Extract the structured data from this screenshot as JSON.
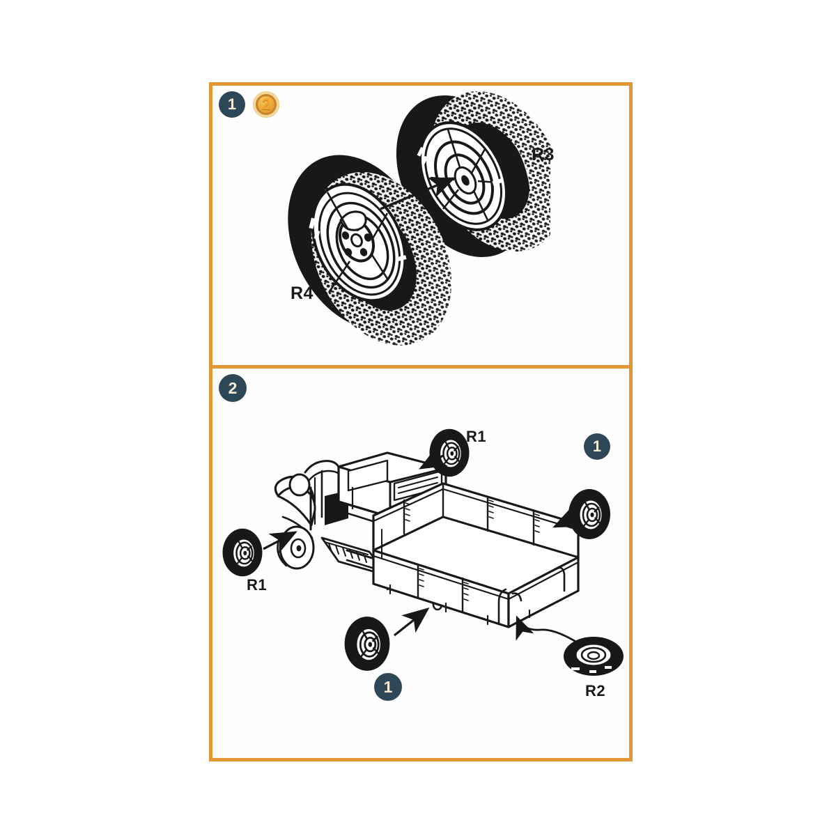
{
  "sheet": {
    "background_color": "#ffffff",
    "frame_color": "#e29634",
    "badge_dark_color": "#2e4756",
    "badge_dark_text_color": "#f2ecd8",
    "badge_gold_color": "#e8a233",
    "line_art_color": "#17181a"
  },
  "panels": [
    {
      "id": "panel-1",
      "badges": [
        {
          "name": "step-badge-1",
          "label": "1",
          "style": "dark"
        },
        {
          "name": "step-badge-2-current",
          "label": "2",
          "style": "gold"
        }
      ],
      "parts": [
        {
          "label": "R3",
          "description": "tire-with-wheel-hub-assembled"
        },
        {
          "label": "R4",
          "description": "tire-with-wheel-hub-assembled"
        }
      ],
      "arrows": [
        {
          "from": "R4",
          "to": "R3",
          "description": "assembly-arrow-pointing-to-hub"
        }
      ]
    },
    {
      "id": "panel-2",
      "badges": [
        {
          "name": "step-badge-2",
          "label": "2",
          "style": "dark"
        },
        {
          "name": "reference-badge-1-right",
          "label": "1",
          "style": "dark"
        },
        {
          "name": "reference-badge-1-bottom",
          "label": "1",
          "style": "dark"
        }
      ],
      "parts": [
        {
          "label": "R1",
          "description": "front-wheel-upper-right"
        },
        {
          "label": "R1",
          "description": "front-wheel-left"
        },
        {
          "label": "R2",
          "description": "spare-wheel-stowed"
        }
      ],
      "subject": "flatbed-truck-chassis-with-cab-and-cargo-bed",
      "arrows": [
        {
          "from": "R1",
          "to": "front-axle-right",
          "description": "assembly-arrow"
        },
        {
          "from": "R1",
          "to": "front-axle-left",
          "description": "assembly-arrow"
        },
        {
          "from": "rear-wheel-left",
          "to": "rear-axle-left",
          "description": "assembly-arrow"
        },
        {
          "from": "rear-wheel-right",
          "to": "rear-axle-right",
          "description": "assembly-arrow"
        },
        {
          "from": "R2",
          "to": "spare-mount-under-bed",
          "description": "curved-leader-arrow"
        }
      ]
    }
  ]
}
